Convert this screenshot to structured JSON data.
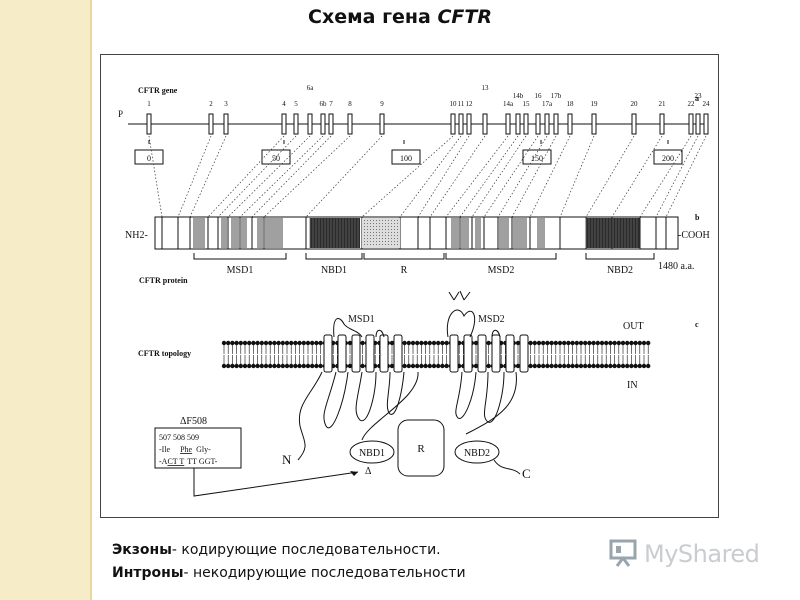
{
  "slide": {
    "title_prefix": "Схема гена ",
    "title_gene": "CFTR",
    "caption_exons_bold": "Экзоны",
    "caption_exons_rest": "- кодирующие последовательности.",
    "caption_introns_bold": "Интроны",
    "caption_introns_rest": "- некодирующие последовательности"
  },
  "figure": {
    "panel_a": {
      "label": "a",
      "title": "CFTR gene",
      "promoter": "P",
      "exons": [
        "1",
        "2",
        "3",
        "4",
        "5",
        "6a",
        "6b",
        "7",
        "8",
        "9",
        "10",
        "11",
        "12",
        "13",
        "14a",
        "14b",
        "15",
        "16",
        "17a",
        "17b",
        "18",
        "19",
        "20",
        "21",
        "22",
        "23",
        "24"
      ],
      "scale_markers": [
        "0",
        "50",
        "100",
        "150",
        "200"
      ]
    },
    "panel_b": {
      "label": "b",
      "n_term": "NH2-",
      "c_term": "-COOH",
      "title": "CFTR protein",
      "length": "1480 a.a.",
      "domains": [
        "MSD1",
        "NBD1",
        "R",
        "MSD2",
        "NBD2"
      ]
    },
    "panel_c": {
      "label": "c",
      "title": "CFTR topology",
      "out_label": "OUT",
      "in_label": "IN",
      "msd1": "MSD1",
      "msd2": "MSD2",
      "nbd1": "NBD1",
      "nbd2": "NBD2",
      "r": "R",
      "n": "N",
      "c": "C",
      "delta": "Δ",
      "mutation": {
        "title": "ΔF508",
        "codons": "507 508 509",
        "aa_prefix": "-Ile",
        "aa_mid": "Phe",
        "aa_suffix": "Gly-",
        "nt_prefix": "-A",
        "nt_deleted": "CT T",
        "nt_suffix": "TT GGT-"
      }
    }
  },
  "logo": {
    "text": "MyShared",
    "icon": "presentation-board-icon",
    "color": "#c9ccd0"
  }
}
